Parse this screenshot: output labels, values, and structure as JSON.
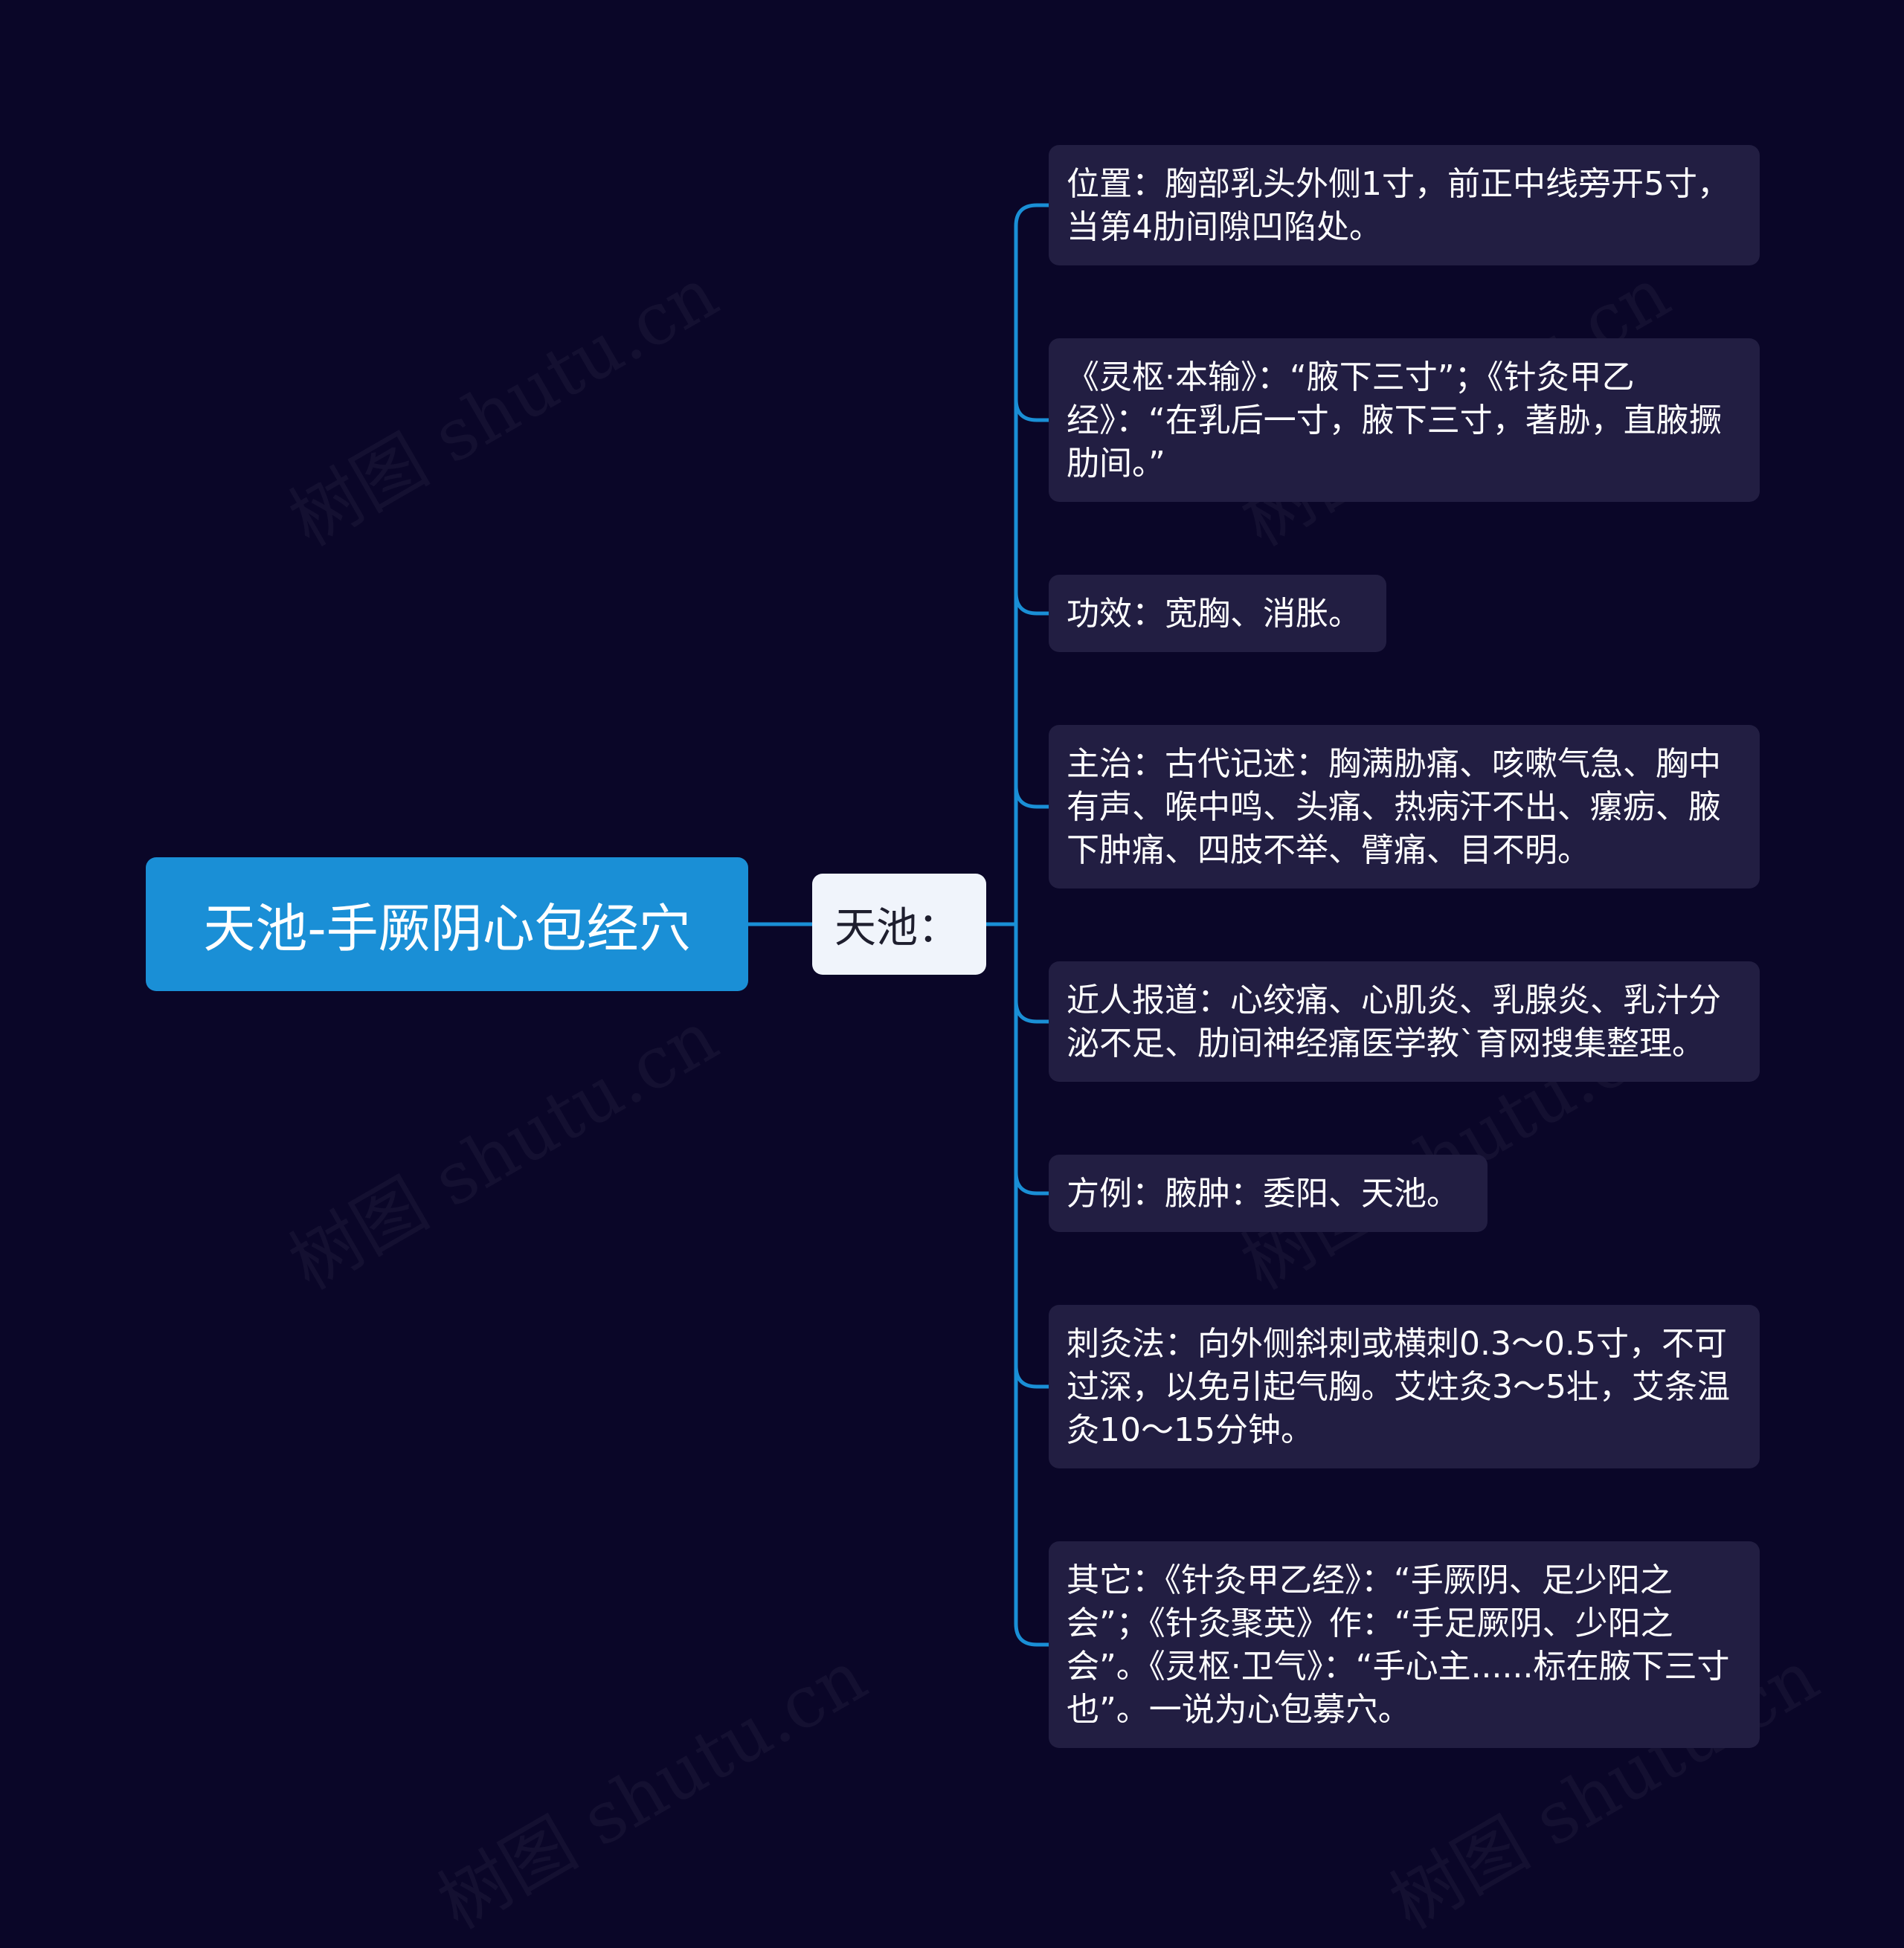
{
  "root": {
    "label": "天池-手厥阴心包经穴"
  },
  "branch": {
    "label": "天池："
  },
  "leaves": [
    {
      "text": "位置：胸部乳头外侧1寸，前正中线旁开5寸，当第4肋间隙凹陷处。"
    },
    {
      "text": "《灵枢·本输》：“腋下三寸”；《针灸甲乙经》：“在乳后一寸，腋下三寸，著胁，直腋撅肋间。”"
    },
    {
      "text": "功效：宽胸、消胀。"
    },
    {
      "text": "主治：古代记述：胸满胁痛、咳嗽气急、胸中有声、喉中鸣、头痛、热病汗不出、瘰疬、腋下肿痛、四肢不举、臂痛、目不明。"
    },
    {
      "text": "近人报道：心绞痛、心肌炎、乳腺炎、乳汁分泌不足、肋间神经痛医学教`育网搜集整理。"
    },
    {
      "text": "方例：腋肿：委阳、天池。"
    },
    {
      "text": "刺灸法：向外侧斜刺或横刺0.3～0.5寸，不可过深，以免引起气胸。艾炷灸3～5壮，艾条温灸10～15分钟。"
    },
    {
      "text": "其它：《针灸甲乙经》：“手厥阴、足少阳之会”；《针灸聚英》作：“手足厥阴、少阳之会”。《灵枢·卫气》：“手心主......标在腋下三寸也”。一说为心包募穴。"
    }
  ],
  "watermark": {
    "text": "树图 shutu.cn"
  },
  "colors": {
    "background": "#0a0628",
    "root": "#1a8fd6",
    "branch": "#f0f4fb",
    "leaf": "#221e42",
    "connector": "#1a8fd6"
  }
}
